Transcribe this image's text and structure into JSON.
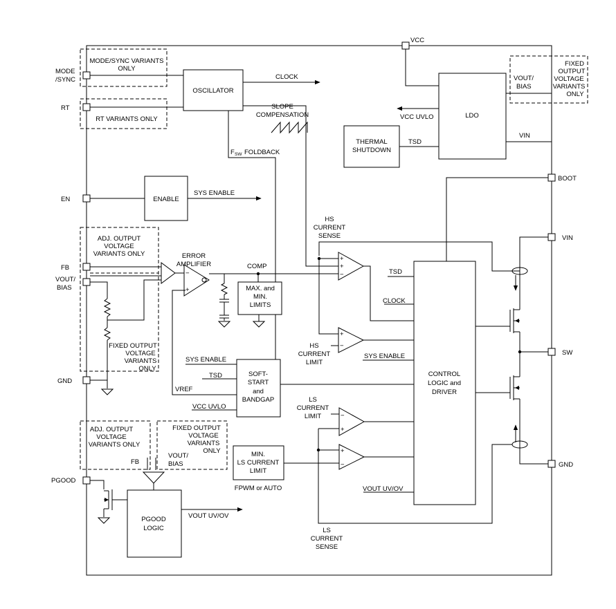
{
  "pins": {
    "vcc": "VCC",
    "mode_sync": [
      "MODE",
      "/SYNC"
    ],
    "rt": "RT",
    "en": "EN",
    "fb": "FB",
    "vout_bias": [
      "VOUT/",
      "BIAS"
    ],
    "gnd_left": "GND",
    "pgood": "PGOOD",
    "boot": "BOOT",
    "vin": "VIN",
    "sw": "SW",
    "gnd_right": "GND"
  },
  "blocks": {
    "oscillator": "OSCILLATOR",
    "ldo": "LDO",
    "thermal": [
      "THERMAL",
      "SHUTDOWN"
    ],
    "enable": "ENABLE",
    "max_min": [
      "MAX. and",
      "MIN.",
      "LIMITS"
    ],
    "soft_start": [
      "SOFT-",
      "START",
      "and",
      "BANDGAP"
    ],
    "control": [
      "CONTROL",
      "LOGIC and",
      "DRIVER"
    ],
    "min_ls": [
      "MIN.",
      "LS CURRENT",
      "LIMIT"
    ],
    "pgood_logic": [
      "PGOOD",
      "LOGIC"
    ]
  },
  "notes": {
    "mode_sync_variants": [
      "MODE/SYNC VARIANTS",
      "ONLY"
    ],
    "rt_variants": "RT VARIANTS ONLY",
    "adj_output_top": [
      "ADJ. OUTPUT",
      "VOLTAGE",
      "VARIANTS ONLY"
    ],
    "fixed_output_left": [
      "FIXED OUTPUT",
      "VOLTAGE",
      "VARIANTS",
      "ONLY"
    ],
    "fixed_output_ldo": [
      "FIXED",
      "OUTPUT",
      "VOLTAGE",
      "VARIANTS",
      "ONLY"
    ],
    "adj_output_bottom": [
      "ADJ. OUTPUT",
      "VOLTAGE",
      "VARIANTS ONLY"
    ],
    "fixed_output_bottom": [
      "FIXED OUTPUT",
      "VOLTAGE",
      "VARIANTS",
      "ONLY"
    ]
  },
  "signals": {
    "clock_out": "CLOCK",
    "slope": [
      "SLOPE",
      "COMPENSATION"
    ],
    "fsw_foldback_sub": "SW",
    "fsw_foldback": "FOLDBACK",
    "fsw_prefix": "F",
    "vcc_uvlo_ldo": "VCC UVLO",
    "ldo_vout": [
      "VOUT/",
      "BIAS"
    ],
    "ldo_vin": "VIN",
    "tsd_thermal": "TSD",
    "sys_enable_out": "SYS ENABLE",
    "hs_sense": [
      "HS",
      "CURRENT",
      "SENSE"
    ],
    "error_amp": [
      "ERROR",
      "AMPLIFIER"
    ],
    "comp": "COMP",
    "tsd_ctrl": "TSD",
    "clock_ctrl": "CLOCK",
    "hs_limit": [
      "HS",
      "CURRENT",
      "LIMIT"
    ],
    "sys_enable_ctrl": "SYS ENABLE",
    "sys_enable_ss": "SYS ENABLE",
    "tsd_ss": "TSD",
    "vref": "VREF",
    "vcc_uvlo_ss": "VCC UVLO",
    "ls_limit": [
      "LS",
      "CURRENT",
      "LIMIT"
    ],
    "fb_pg": "FB",
    "vout_bias_pg": [
      "VOUT/",
      "BIAS"
    ],
    "fpwm": "FPWM or AUTO",
    "vout_uvov_ctrl": "VOUT UV/OV",
    "vout_uvov_pg": "VOUT UV/OV",
    "ls_sense": [
      "LS",
      "CURRENT",
      "SENSE"
    ],
    "plus": "+",
    "minus": "−"
  }
}
